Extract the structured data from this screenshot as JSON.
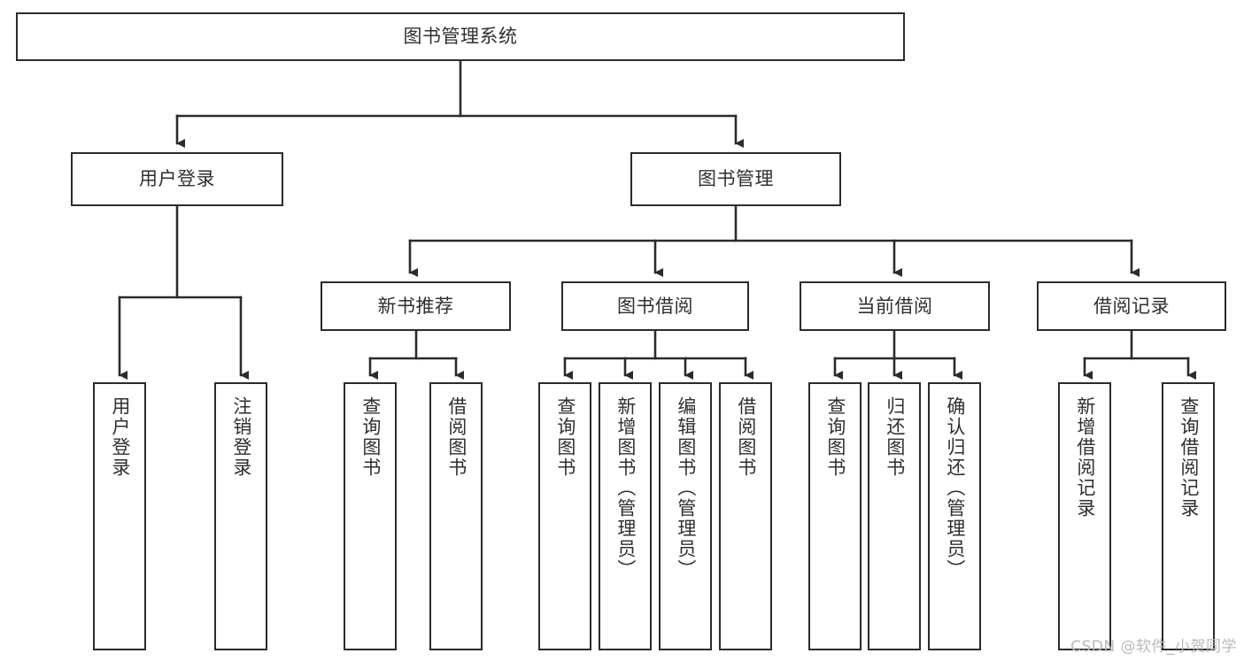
{
  "diagram": {
    "kind": "tree-hierarchy-chart",
    "root": {
      "id": "root",
      "label": "图书管理系统"
    },
    "level1": [
      {
        "id": "user-login",
        "label": "用户登录"
      },
      {
        "id": "book-management",
        "label": "图书管理"
      }
    ],
    "level2": [
      {
        "id": "new-book-recommend",
        "label": "新书推荐",
        "parent": "book-management"
      },
      {
        "id": "book-borrow",
        "label": "图书借阅",
        "parent": "book-management"
      },
      {
        "id": "current-borrow",
        "label": "当前借阅",
        "parent": "book-management"
      },
      {
        "id": "borrow-record",
        "label": "借阅记录",
        "parent": "book-management"
      }
    ],
    "leaves": [
      {
        "id": "leaf-user-login",
        "label": "用户登录",
        "parent": "user-login"
      },
      {
        "id": "leaf-logout-login",
        "label": "注销登录",
        "parent": "user-login"
      },
      {
        "id": "leaf-query-book-1",
        "label": "查询图书",
        "parent": "new-book-recommend"
      },
      {
        "id": "leaf-borrow-book-1",
        "label": "借阅图书",
        "parent": "new-book-recommend"
      },
      {
        "id": "leaf-query-book-2",
        "label": "查询图书",
        "parent": "book-borrow"
      },
      {
        "id": "leaf-add-book",
        "label": "新增图书（管理员）",
        "parent": "book-borrow"
      },
      {
        "id": "leaf-edit-book",
        "label": "编辑图书（管理员）",
        "parent": "book-borrow"
      },
      {
        "id": "leaf-borrow-book-2",
        "label": "借阅图书",
        "parent": "book-borrow"
      },
      {
        "id": "leaf-query-book-3",
        "label": "查询图书",
        "parent": "current-borrow"
      },
      {
        "id": "leaf-return-book",
        "label": "归还图书",
        "parent": "current-borrow"
      },
      {
        "id": "leaf-confirm-return",
        "label": "确认归还（管理员）",
        "parent": "current-borrow"
      },
      {
        "id": "leaf-add-record",
        "label": "新增借阅记录",
        "parent": "borrow-record"
      },
      {
        "id": "leaf-query-record",
        "label": "查询借阅记录",
        "parent": "borrow-record"
      }
    ],
    "colors": {
      "stroke": "#2b2b2b",
      "fill": "#ffffff",
      "text": "#2f2f2f",
      "watermark": "#b9b9b9"
    }
  },
  "watermark": {
    "text": "CSDN @软件_小贺同学"
  }
}
